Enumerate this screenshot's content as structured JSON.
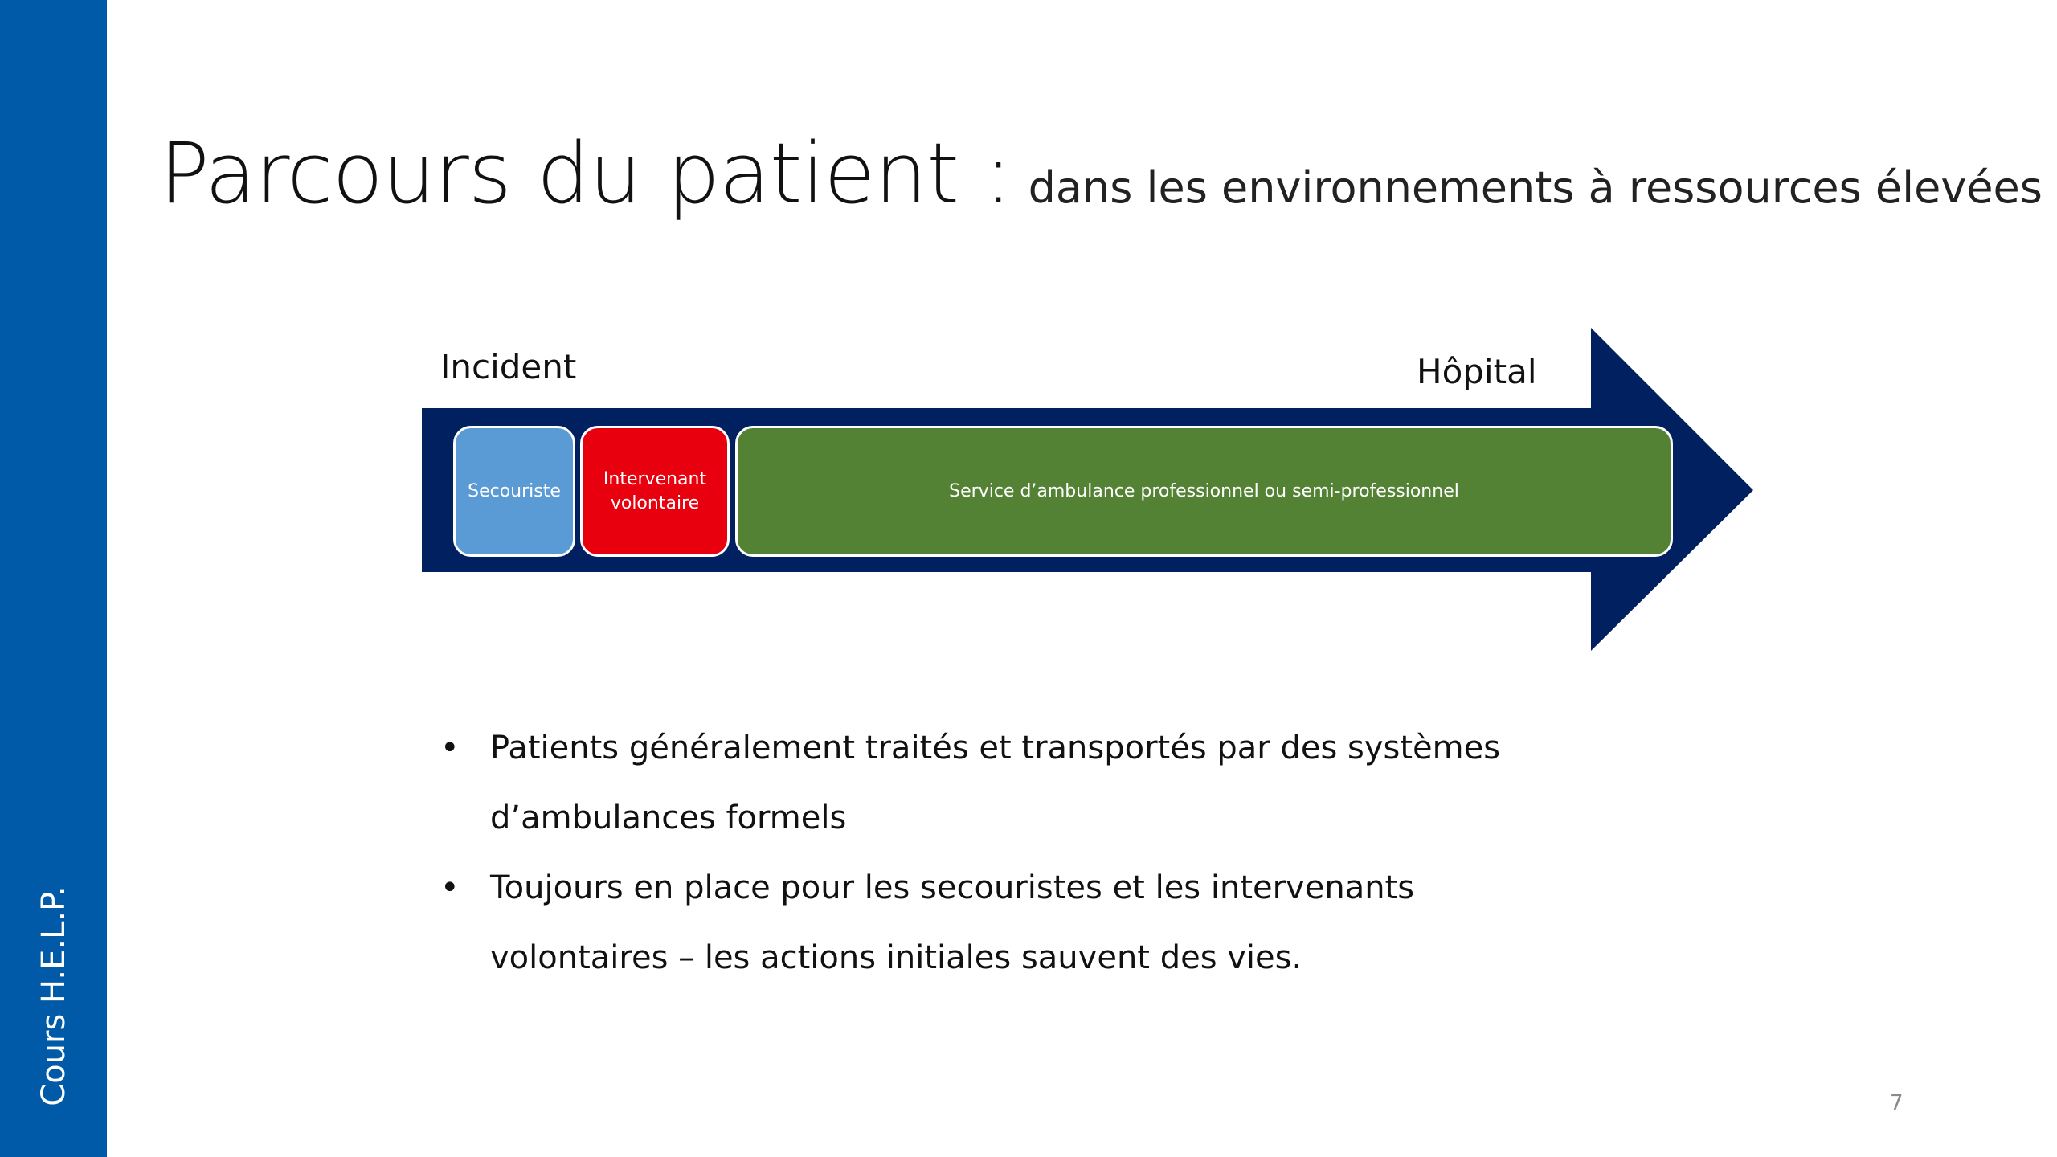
{
  "sidebar": {
    "label": "Cours H.E.L.P.",
    "color": "#005aa8"
  },
  "title": {
    "main": "Parcours du patient :",
    "subtitle": "dans les environnements à ressources élevées"
  },
  "diagram": {
    "start_label": "Incident",
    "end_label": "Hôpital",
    "arrow_color": "#002060",
    "steps": [
      {
        "label": "Secouriste",
        "color": "#5b9bd5"
      },
      {
        "label": "Intervenant volontaire",
        "color": "#e8000f"
      },
      {
        "label": "Service d’ambulance professionnel ou semi-professionnel",
        "color": "#548235"
      }
    ]
  },
  "bullets": [
    "Patients généralement traités et transportés par des systèmes d’ambulances formels",
    "Toujours en place pour les secouristes et les intervenants volontaires – les actions initiales sauvent des vies."
  ],
  "bullet_glyph": "•",
  "page_number": "7"
}
